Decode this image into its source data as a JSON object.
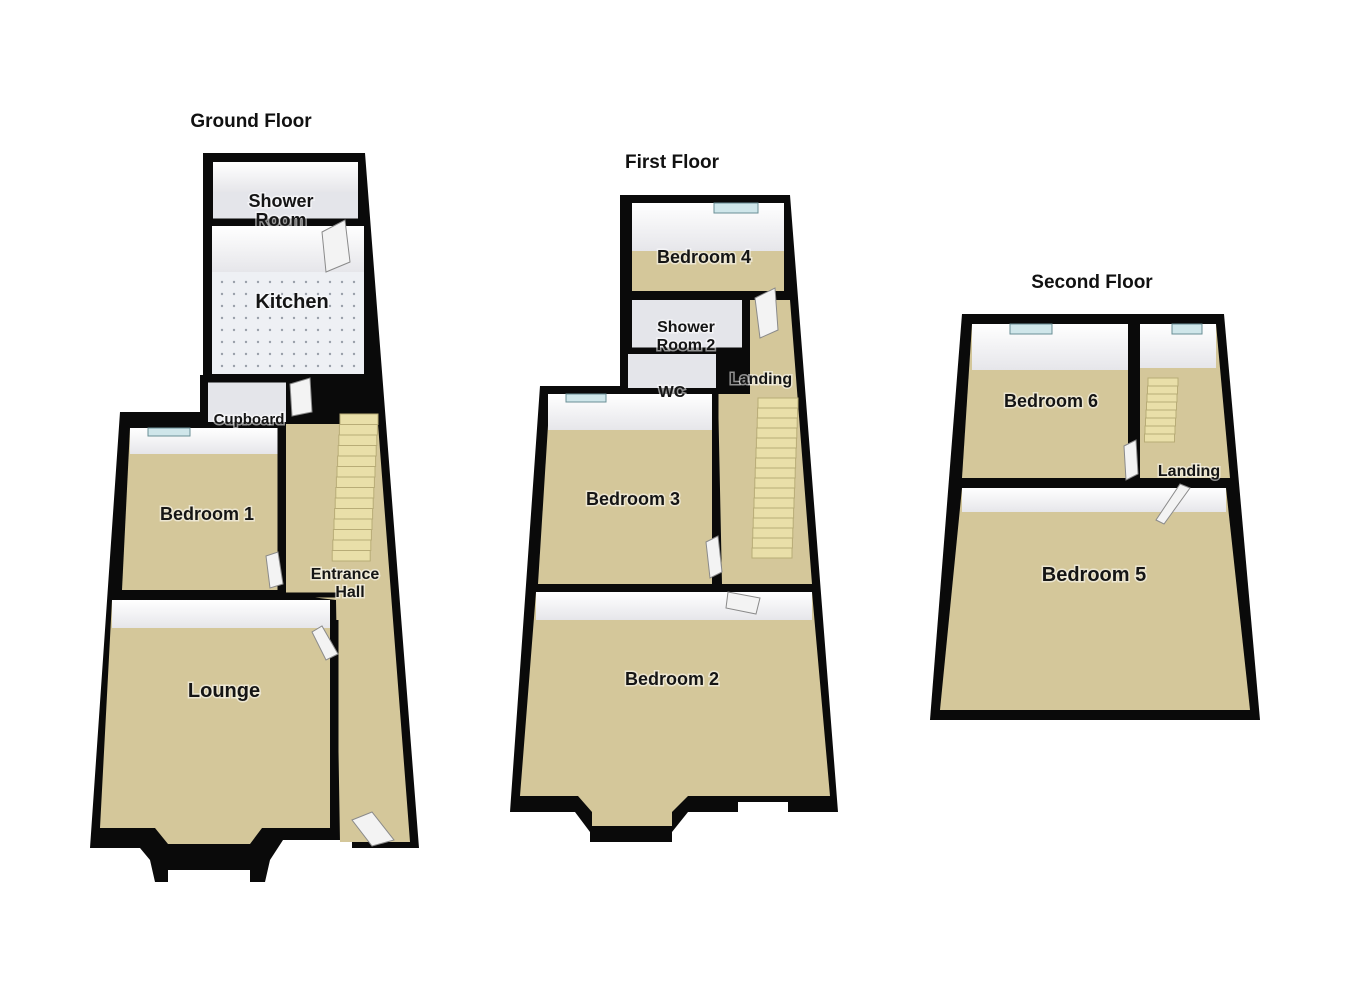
{
  "floors": {
    "ground": {
      "title": "Ground Floor",
      "rooms": {
        "shower_room_line1": "Shower",
        "shower_room_line2": "Room",
        "kitchen": "Kitchen",
        "cupboard": "Cupboard",
        "bedroom1": "Bedroom 1",
        "entrance_line1": "Entrance",
        "entrance_line2": "Hall",
        "lounge": "Lounge"
      }
    },
    "first": {
      "title": "First Floor",
      "rooms": {
        "bedroom4": "Bedroom 4",
        "shower_room2_line1": "Shower",
        "shower_room2_line2": "Room 2",
        "wc": "WC",
        "landing": "Landing",
        "bedroom3": "Bedroom 3",
        "bedroom2": "Bedroom 2"
      }
    },
    "second": {
      "title": "Second Floor",
      "rooms": {
        "bedroom6": "Bedroom 6",
        "landing": "Landing",
        "bedroom5": "Bedroom 5"
      }
    }
  },
  "colors": {
    "walls": "#0a0a0a",
    "carpet": "#d4c79a",
    "tiles": "#eef0f4",
    "windows": "#cfe6ea"
  }
}
